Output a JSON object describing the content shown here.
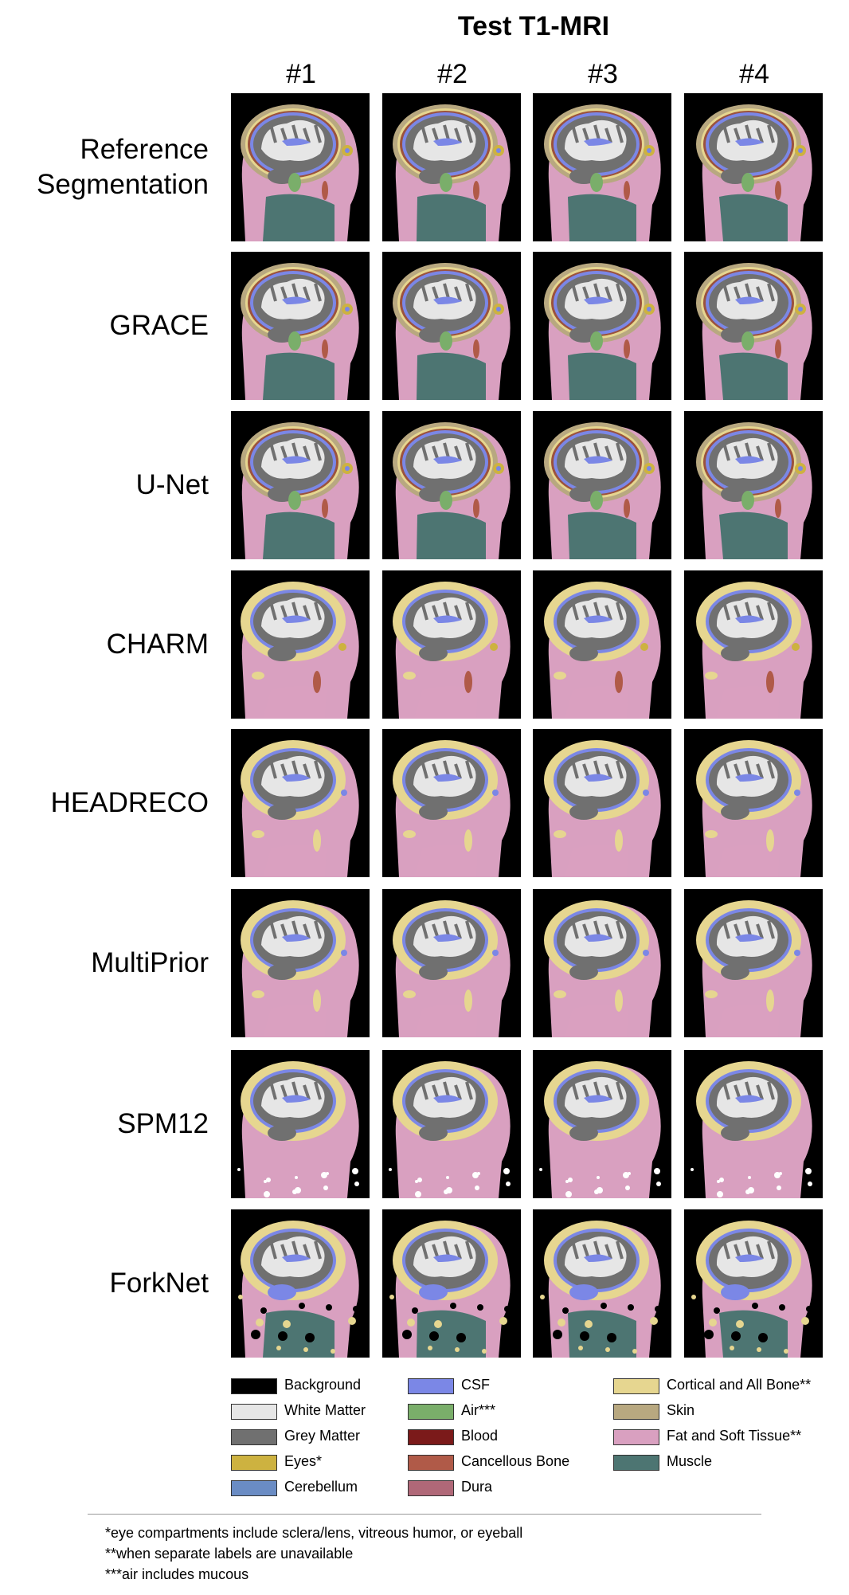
{
  "title": "Test T1-MRI",
  "columns": [
    "#1",
    "#2",
    "#3",
    "#4"
  ],
  "rows": [
    {
      "label": "Reference\nSegmentation"
    },
    {
      "label": "GRACE"
    },
    {
      "label": "U-Net"
    },
    {
      "label": "CHARM"
    },
    {
      "label": "HEADRECO"
    },
    {
      "label": "MultiPrior"
    },
    {
      "label": "SPM12"
    },
    {
      "label": "ForkNet"
    }
  ],
  "legend": [
    {
      "label": "Background",
      "color": "#000000"
    },
    {
      "label": "White Matter",
      "color": "#e6e6e6"
    },
    {
      "label": "Grey Matter",
      "color": "#707070"
    },
    {
      "label": "Eyes*",
      "color": "#cdb240"
    },
    {
      "label": "Cerebellum",
      "color": "#6a8cc4"
    },
    {
      "label": "CSF",
      "color": "#7b87e6"
    },
    {
      "label": "Air***",
      "color": "#7aae6a"
    },
    {
      "label": "Blood",
      "color": "#7b1a1a"
    },
    {
      "label": "Cancellous Bone",
      "color": "#b05a48"
    },
    {
      "label": "Dura",
      "color": "#b06878"
    },
    {
      "label": "Cortical and All Bone**",
      "color": "#e6d690"
    },
    {
      "label": "Skin",
      "color": "#b8a880"
    },
    {
      "label": "Fat and Soft Tissue**",
      "color": "#d9a0c0"
    },
    {
      "label": "Muscle",
      "color": "#4d7572"
    }
  ],
  "footnotes": [
    "*eye compartments include sclera/lens, vitreous humor, or eyeball",
    "**when separate labels are unavailable",
    "***air includes mucous"
  ]
}
